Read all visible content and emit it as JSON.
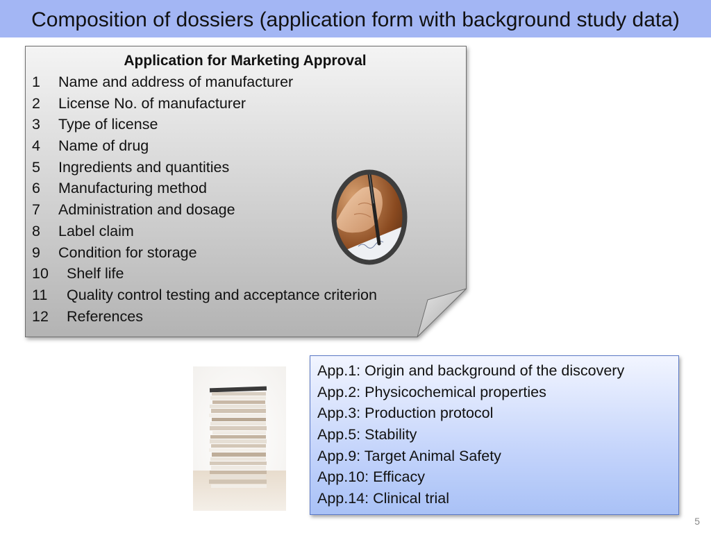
{
  "slide": {
    "title": "Composition of dossiers (application form with background study data)",
    "page_number": "5"
  },
  "form": {
    "heading": "Application for Marketing Approval",
    "items": [
      {
        "num": "1",
        "text": "Name and address of manufacturer"
      },
      {
        "num": "2",
        "text": "License No. of manufacturer"
      },
      {
        "num": "3",
        "text": "Type of license"
      },
      {
        "num": "4",
        "text": "Name of drug"
      },
      {
        "num": "5",
        "text": "Ingredients and quantities"
      },
      {
        "num": "6",
        "text": "Manufacturing method"
      },
      {
        "num": "7",
        "text": "Administration and dosage"
      },
      {
        "num": "8",
        "text": "Label claim"
      },
      {
        "num": "9",
        "text": "Condition for storage"
      },
      {
        "num": "10",
        "text": "Shelf life"
      },
      {
        "num": "11",
        "text": "Quality control testing and acceptance criterion"
      },
      {
        "num": "12",
        "text": "References"
      }
    ]
  },
  "appendix": {
    "items": [
      "App.1: Origin and background of the discovery",
      "App.2: Physicochemical properties",
      "App.3: Production protocol",
      "App.5: Stability",
      "App.9: Target Animal Safety",
      "App.10: Efficacy",
      "App.14: Clinical trial"
    ]
  },
  "colors": {
    "title_bar": "#a3b6f4",
    "form_fill_top": "#f4f4f4",
    "form_fill_bottom": "#b3b3b3",
    "appendix_border": "#5b79c7"
  },
  "images": {
    "pen_photo": "hand-writing-with-pen-photo",
    "books_photo": "stack-of-documents-photo"
  }
}
